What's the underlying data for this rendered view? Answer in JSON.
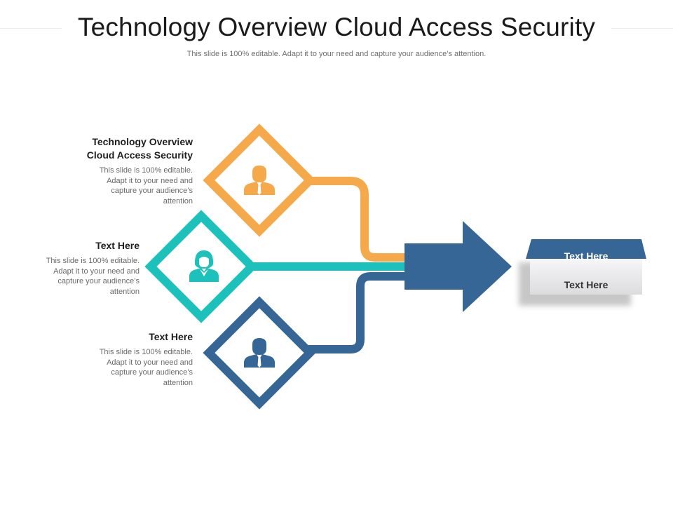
{
  "slide": {
    "title": "Technology Overview Cloud Access Security",
    "subtitle": "This slide is 100% editable. Adapt it to your need and capture your audience’s attention."
  },
  "items": [
    {
      "heading_line1": "Technology Overview",
      "heading_line2": "Cloud Access Security",
      "body": "This slide is 100% editable. Adapt it to your need and capture your audience’s attention",
      "color": "#F5A94A",
      "icon": "businessman-icon"
    },
    {
      "heading_line1": "Text Here",
      "body": "This slide is 100% editable. Adapt it to your need and capture your audience’s attention",
      "color": "#1CC1BC",
      "icon": "businesswoman-icon"
    },
    {
      "heading_line1": "Text Here",
      "body": "This slide is 100% editable. Adapt it to your need and capture your audience’s attention",
      "color": "#366695",
      "icon": "businessman-icon"
    }
  ],
  "result": {
    "top_label": "Text Here",
    "bottom_label": "Text Here",
    "arrow_color": "#366695"
  },
  "colors": {
    "orange": "#F5A94A",
    "teal": "#1CC1BC",
    "navy": "#366695"
  }
}
